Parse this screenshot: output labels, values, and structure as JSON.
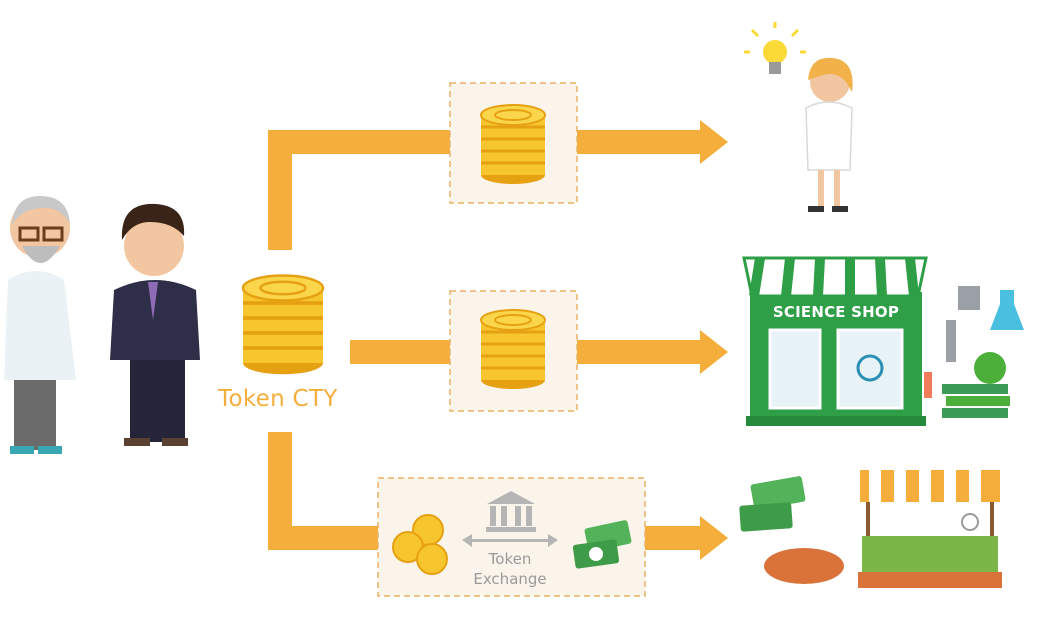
{
  "token_label": "Token CTY",
  "exchange": {
    "line1": "Token",
    "line2": "Exchange"
  },
  "shop_sign": "SCIENCE SHOP",
  "icons": {
    "scientist": "scientist-figure",
    "businessman": "businessman-figure",
    "idea": "lightbulb-icon",
    "researcher": "researcher-figure",
    "shop": "science-shop-building",
    "market": "market-stall",
    "bank": "bank-icon",
    "cash": "cash-icon",
    "bread": "bread-icon"
  },
  "colors": {
    "arrow": "#f5ae3c",
    "coin": "#f7c52e",
    "coin_dark": "#e6a113",
    "box_fill": "#fbf4ea",
    "box_border": "#e9b266",
    "shop_green": "#2e9e47",
    "money_green": "#52b35a"
  }
}
